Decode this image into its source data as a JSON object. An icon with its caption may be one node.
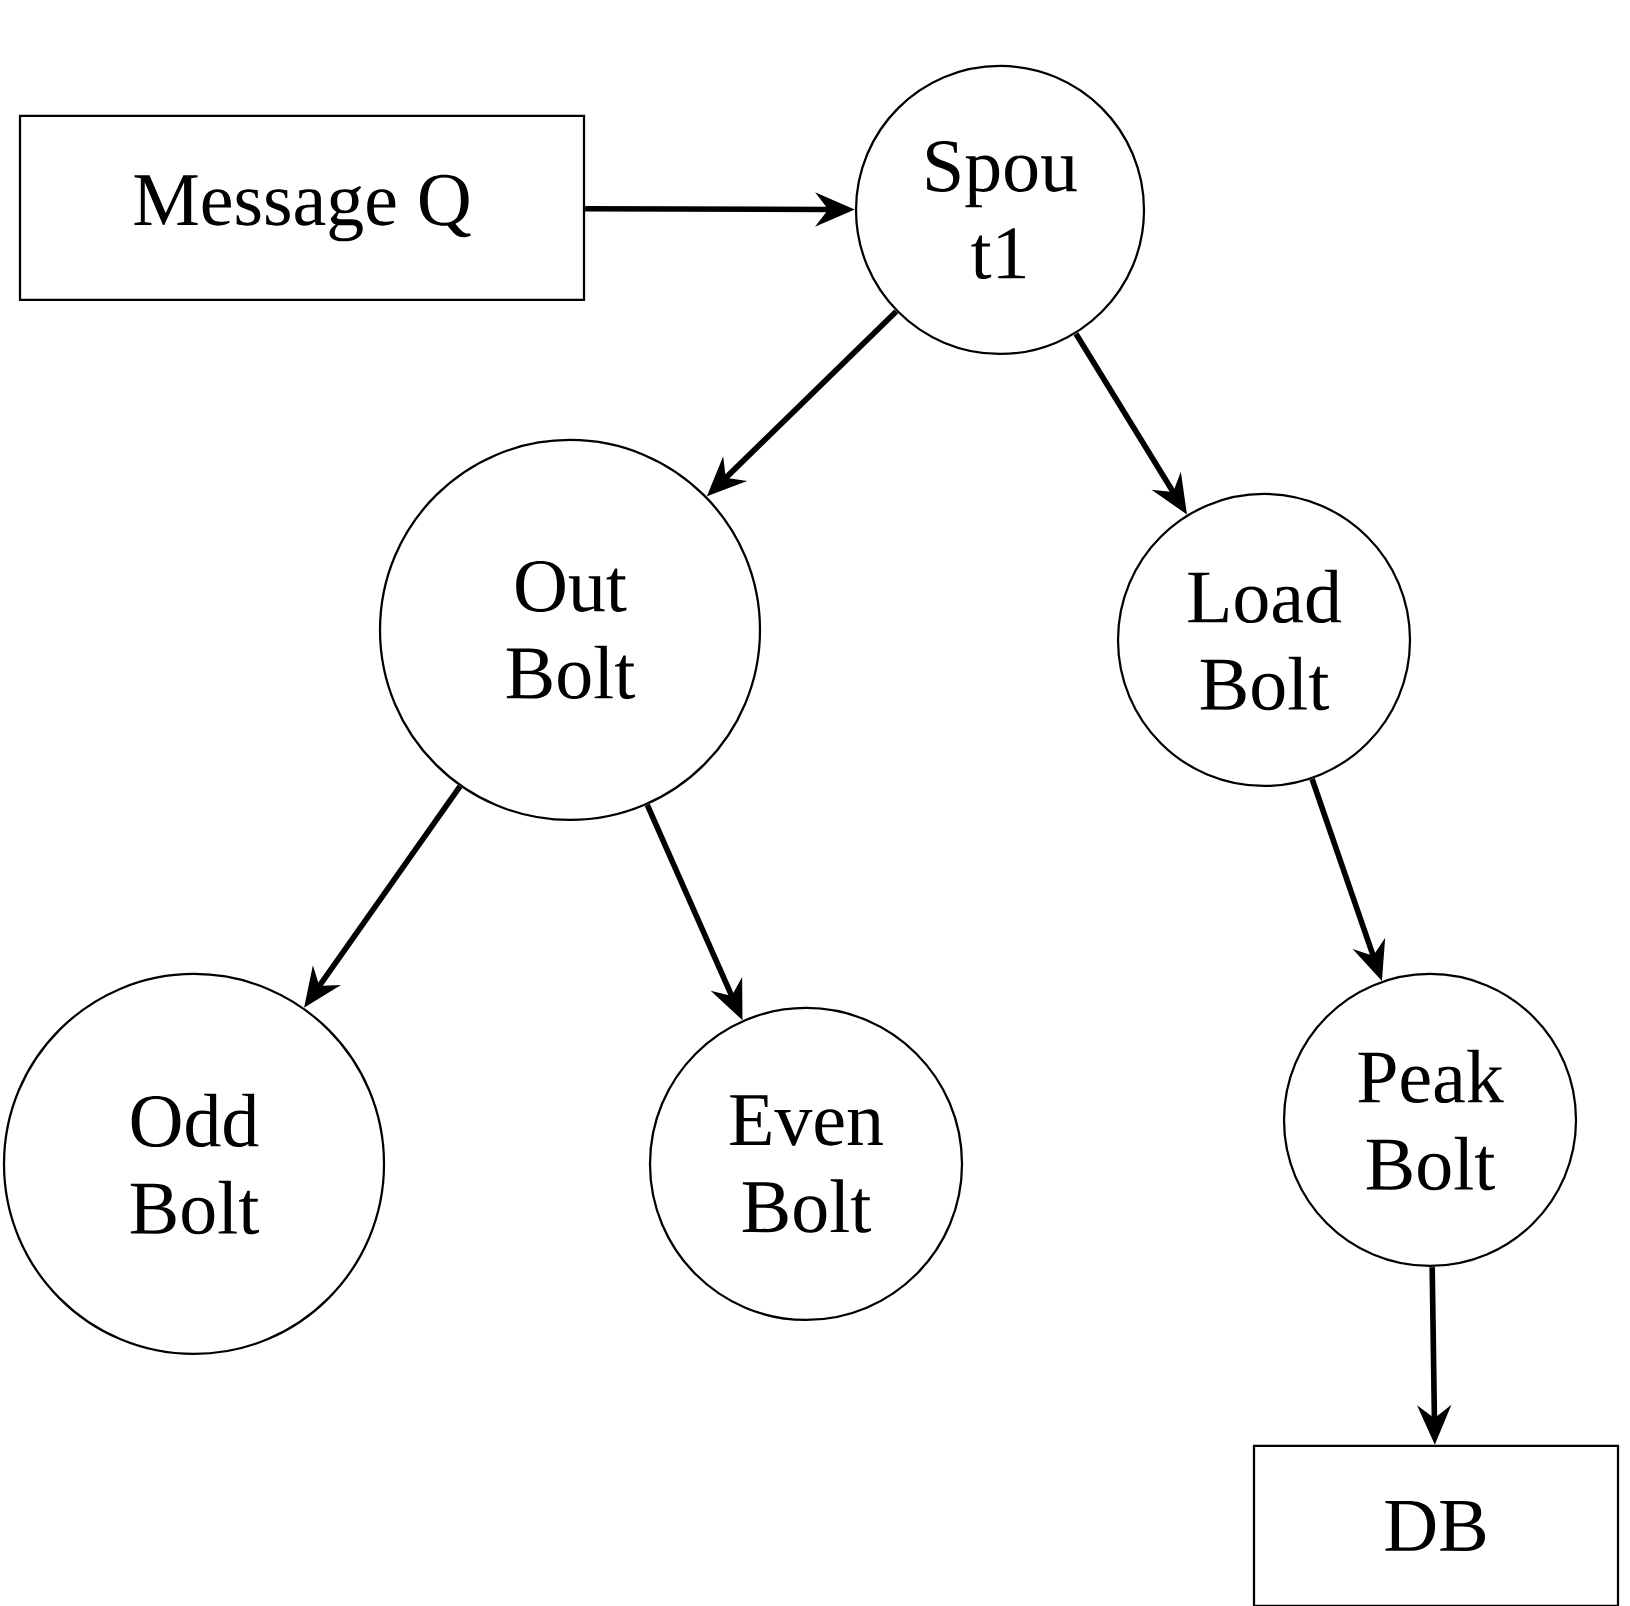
{
  "diagram": {
    "nodes": [
      {
        "text": [
          "Message Q"
        ]
      },
      {
        "text": [
          "Spou t1"
        ]
      },
      {
        "text": [
          "Out Bolt"
        ]
      },
      {
        "text": [
          "Load Bolt"
        ]
      },
      {
        "text": [
          "Odd Bolt"
        ]
      },
      {
        "text": [
          "Even Bolt"
        ]
      },
      {
        "text": [
          "Peak Bolt"
        ]
      },
      {
        "text": [
          "DB"
        ]
      }
    ],
    "edges": [
      {
        "from": 0,
        "to": 1,
        "arrow": "to"
      },
      {
        "from": 1,
        "to": 2,
        "arrow": "to"
      },
      {
        "from": 1,
        "to": 3,
        "arrow": "to"
      },
      {
        "from": 2,
        "to": 4,
        "arrow": "to"
      },
      {
        "from": 2,
        "to": 5,
        "arrow": "to"
      },
      {
        "from": 3,
        "to": 6,
        "arrow": "to"
      },
      {
        "from": 6,
        "to": 7,
        "arrow": "to"
      }
    ]
  }
}
